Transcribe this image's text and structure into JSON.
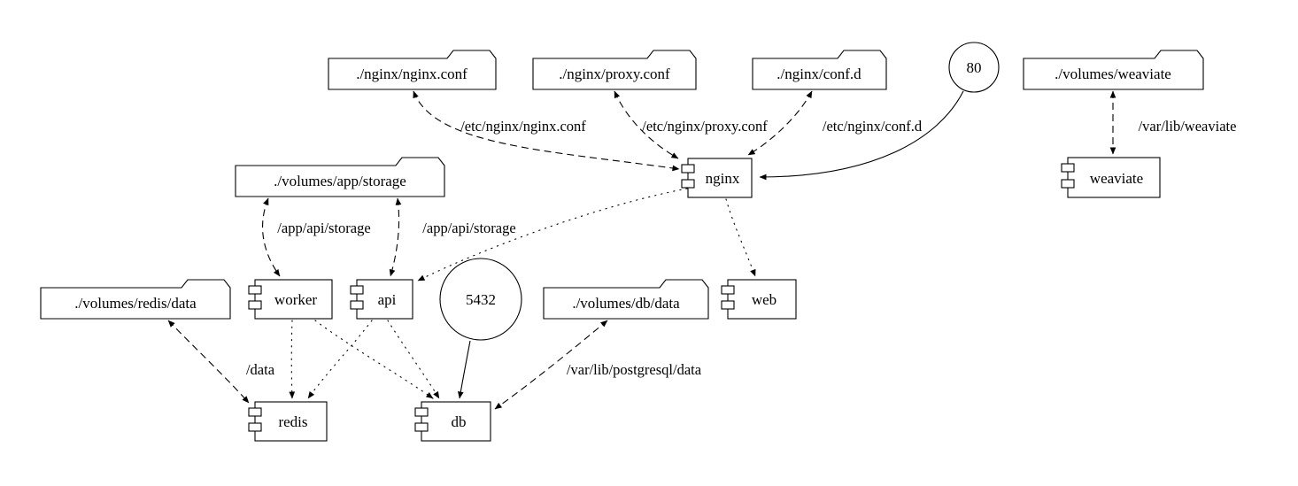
{
  "diagram": {
    "kind": "docker-compose-architecture-graph",
    "background_color": "#ffffff",
    "line_color": "#000000"
  },
  "nodes": {
    "folders": [
      {
        "id": "nginx-nginx-conf",
        "label": "./nginx/nginx.conf"
      },
      {
        "id": "nginx-proxy-conf",
        "label": "./nginx/proxy.conf"
      },
      {
        "id": "nginx-conf-d",
        "label": "./nginx/conf.d"
      },
      {
        "id": "volumes-weaviate",
        "label": "./volumes/weaviate"
      },
      {
        "id": "volumes-app-storage",
        "label": "./volumes/app/storage"
      },
      {
        "id": "volumes-redis-data",
        "label": "./volumes/redis/data"
      },
      {
        "id": "volumes-db-data",
        "label": "./volumes/db/data"
      }
    ],
    "components": [
      {
        "id": "nginx",
        "label": "nginx"
      },
      {
        "id": "weaviate",
        "label": "weaviate"
      },
      {
        "id": "worker",
        "label": "worker"
      },
      {
        "id": "api",
        "label": "api"
      },
      {
        "id": "web",
        "label": "web"
      },
      {
        "id": "redis",
        "label": "redis"
      },
      {
        "id": "db",
        "label": "db"
      }
    ],
    "ports": [
      {
        "id": "port-80",
        "label": "80"
      },
      {
        "id": "port-5432",
        "label": "5432"
      }
    ]
  },
  "edges": [
    {
      "from": "./nginx/nginx.conf",
      "to": "nginx",
      "label": "/etc/nginx/nginx.conf",
      "style": "dashed",
      "bidirectional": true
    },
    {
      "from": "./nginx/proxy.conf",
      "to": "nginx",
      "label": "/etc/nginx/proxy.conf",
      "style": "dashed",
      "bidirectional": true
    },
    {
      "from": "./nginx/conf.d",
      "to": "nginx",
      "label": "/etc/nginx/conf.d",
      "style": "dashed",
      "bidirectional": true
    },
    {
      "from": "80",
      "to": "nginx",
      "label": "",
      "style": "solid",
      "bidirectional": false
    },
    {
      "from": "./volumes/weaviate",
      "to": "weaviate",
      "label": "/var/lib/weaviate",
      "style": "dashed",
      "bidirectional": true
    },
    {
      "from": "./volumes/app/storage",
      "to": "worker",
      "label": "/app/api/storage",
      "style": "dashed",
      "bidirectional": true
    },
    {
      "from": "./volumes/app/storage",
      "to": "api",
      "label": "/app/api/storage",
      "style": "dashed",
      "bidirectional": true
    },
    {
      "from": "nginx",
      "to": "api",
      "label": "",
      "style": "dotted",
      "bidirectional": false
    },
    {
      "from": "nginx",
      "to": "web",
      "label": "",
      "style": "dotted",
      "bidirectional": false
    },
    {
      "from": "worker",
      "to": "redis",
      "label": "",
      "style": "dotted",
      "bidirectional": false
    },
    {
      "from": "worker",
      "to": "db",
      "label": "",
      "style": "dotted",
      "bidirectional": false
    },
    {
      "from": "api",
      "to": "redis",
      "label": "",
      "style": "dotted",
      "bidirectional": false
    },
    {
      "from": "api",
      "to": "db",
      "label": "",
      "style": "dotted",
      "bidirectional": false
    },
    {
      "from": "./volumes/redis/data",
      "to": "redis",
      "label": "/data",
      "style": "dashed",
      "bidirectional": true
    },
    {
      "from": "./volumes/db/data",
      "to": "db",
      "label": "/var/lib/postgresql/data",
      "style": "dashed",
      "bidirectional": true
    },
    {
      "from": "5432",
      "to": "db",
      "label": "",
      "style": "solid",
      "bidirectional": false
    }
  ]
}
